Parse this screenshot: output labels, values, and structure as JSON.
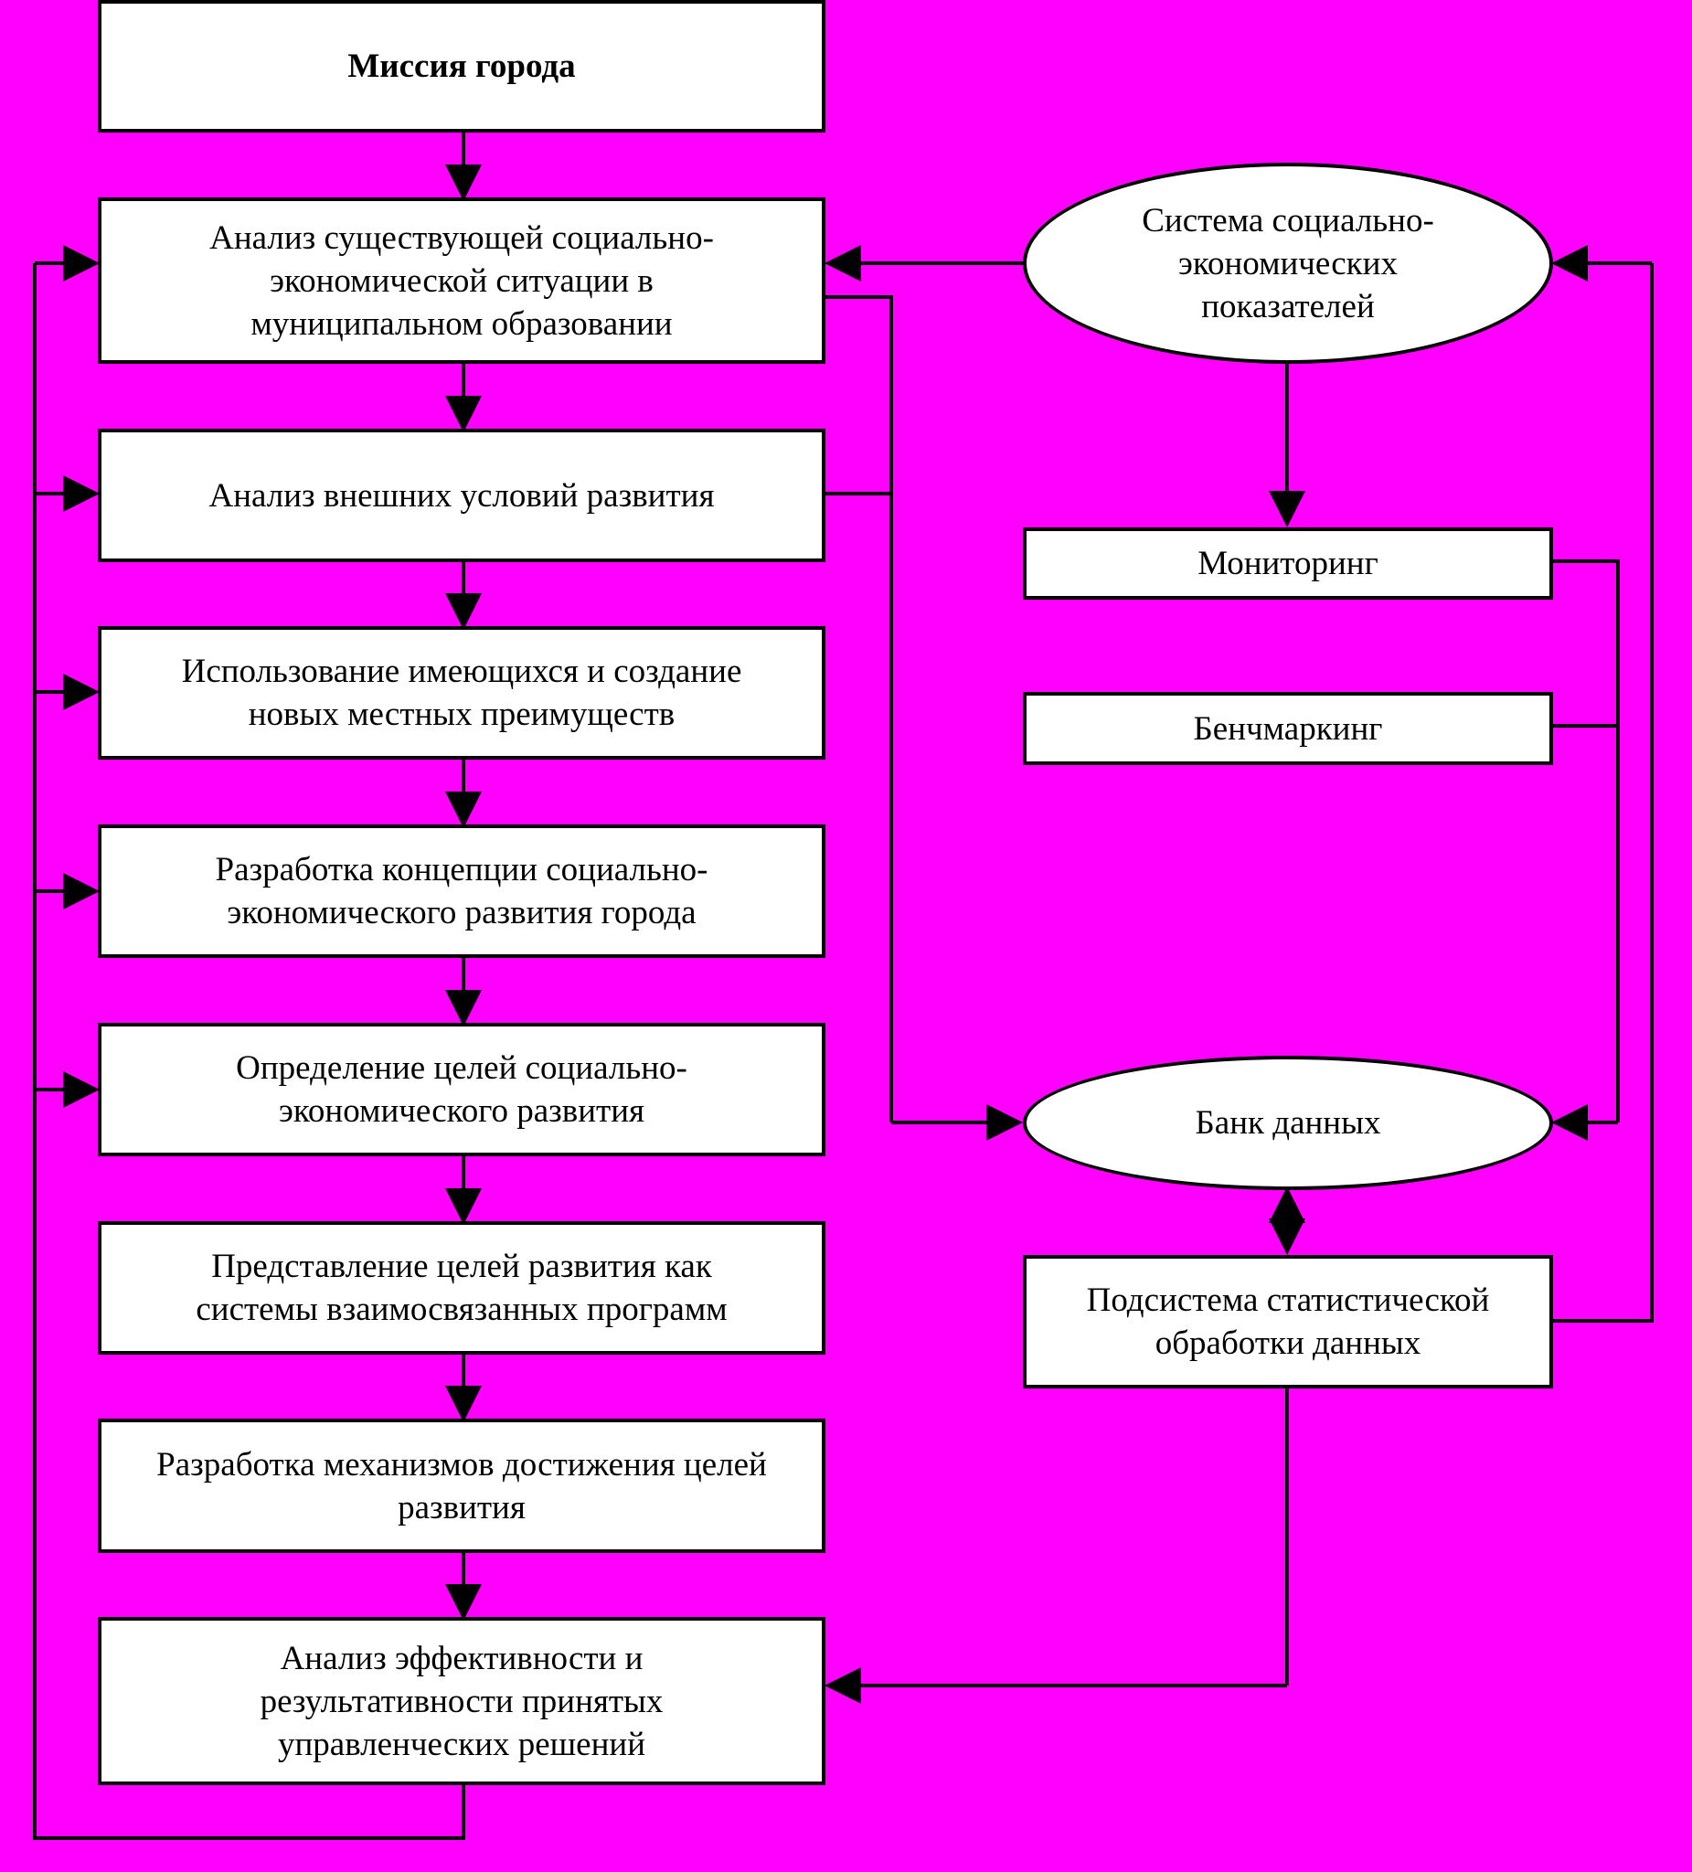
{
  "colors": {
    "background": "#FF00FF",
    "box_fill": "#FFFFFF",
    "line": "#000000"
  },
  "left_column": {
    "mission": "Миссия города",
    "analysis_current": "Анализ существующей социально-\nэкономической ситуации в\nмуниципальном образовании",
    "analysis_external": "Анализ внешних условий развития",
    "advantages": "Использование имеющихся и создание\nновых местных преимуществ",
    "concept": "Разработка концепции социально-\nэкономического развития города",
    "goals": "Определение целей социально-\nэкономического развития",
    "programs": "Представление целей развития как\nсистемы взаимосвязанных программ",
    "mechanisms": "Разработка механизмов достижения целей\nразвития",
    "efficiency": "Анализ эффективности и\nрезультативности принятых\nуправленческих решений"
  },
  "right_column": {
    "indicators": "Система социально-\nэкономических\nпоказателей",
    "monitoring": "Мониторинг",
    "benchmarking": "Бенчмаркинг",
    "databank": "Банк данных",
    "statistics": "Подсистема статистической\nобработки данных"
  }
}
